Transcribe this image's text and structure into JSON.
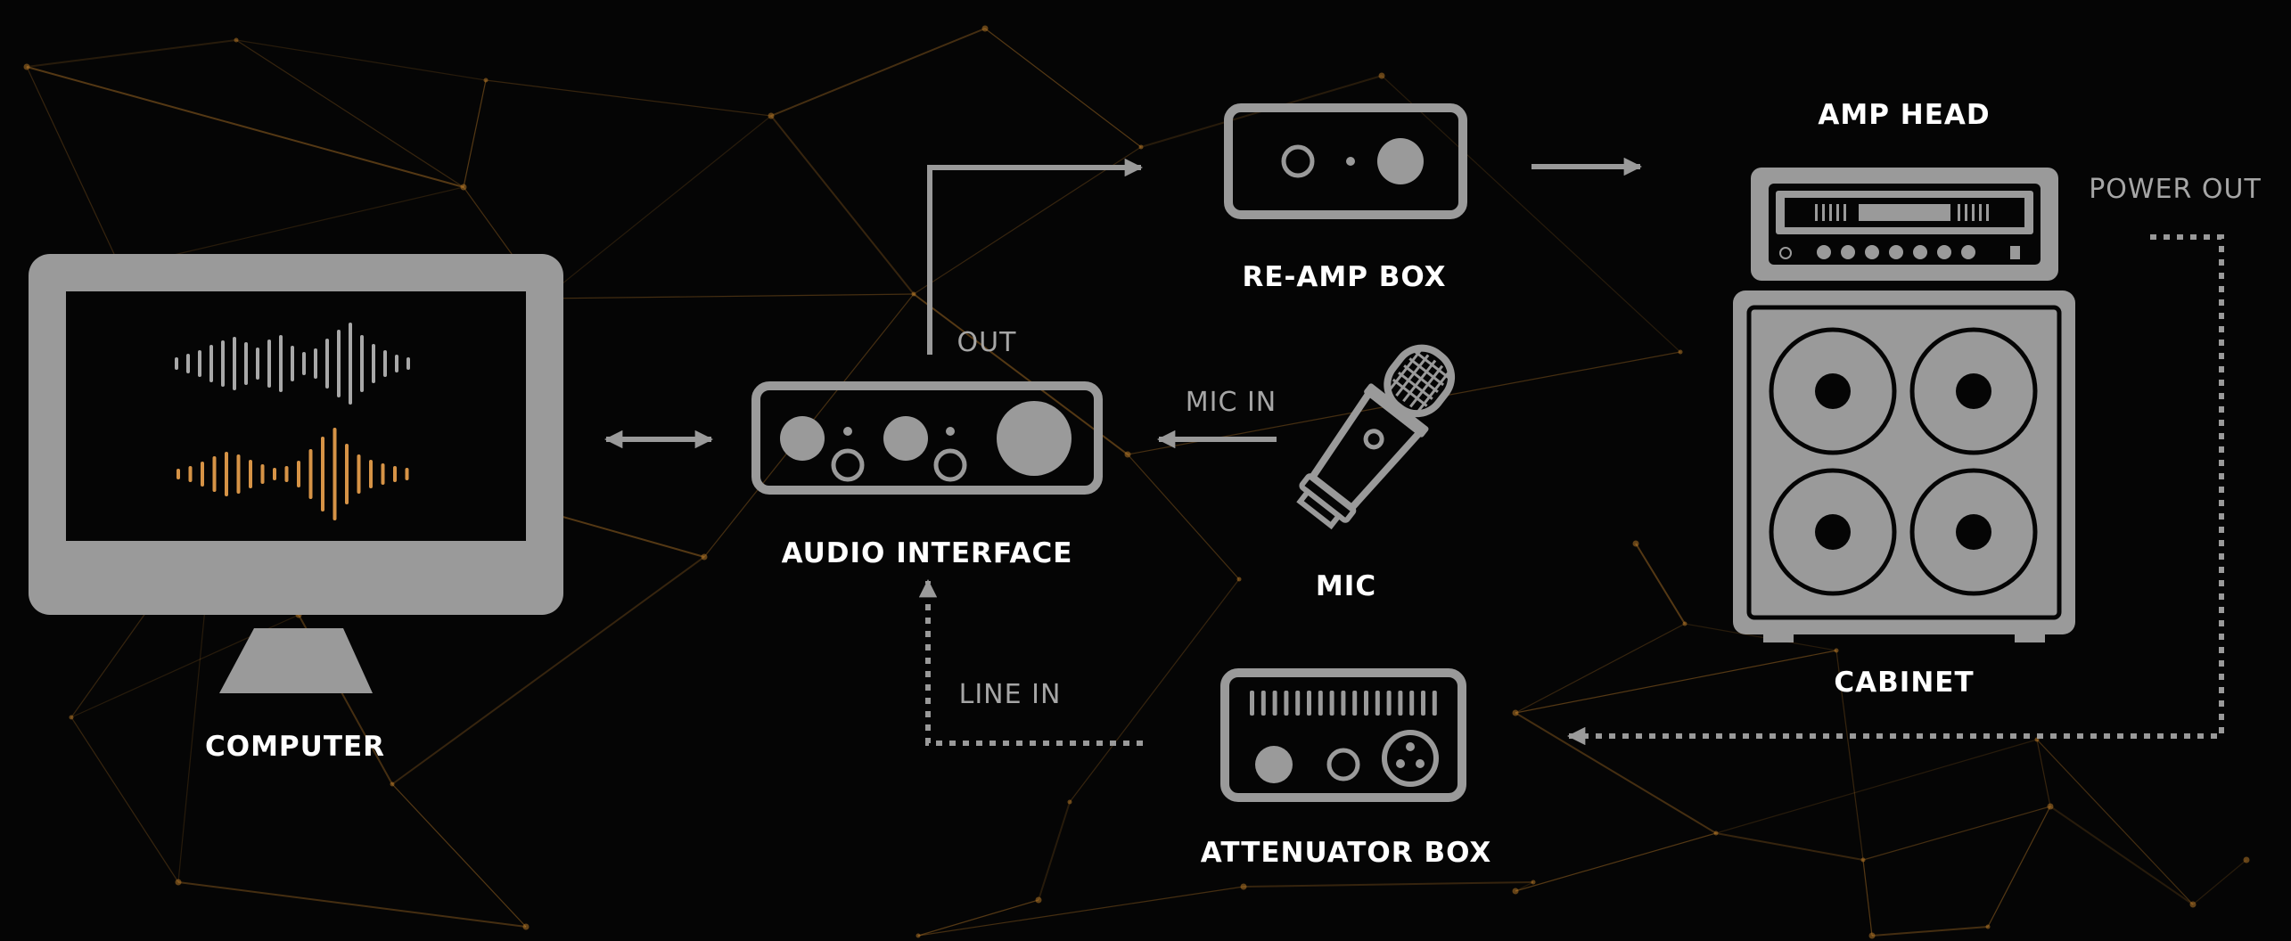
{
  "colors": {
    "background": "#050505",
    "device": "#9a9a9a",
    "label": "#ffffff",
    "port_label": "#a6a6a6",
    "connector": "#9a9a9a",
    "wave_top": "#a8a8a8",
    "wave_bottom": "#d69346",
    "mesh": "#c27f2a"
  },
  "nodes": {
    "computer": "COMPUTER",
    "audio_interface": "AUDIO INTERFACE",
    "reamp_box": "RE-AMP BOX",
    "amp_head": "AMP HEAD",
    "cabinet": "CABINET",
    "mic": "MIC",
    "attenuator_box": "ATTENUATOR BOX"
  },
  "ports": {
    "out": "OUT",
    "mic_in": "MIC IN",
    "line_in": "LINE IN",
    "power_out": "POWER OUT"
  },
  "icons": [
    "computer-monitor-icon",
    "audio-interface-icon",
    "reamp-box-icon",
    "amp-head-icon",
    "speaker-cabinet-icon",
    "microphone-icon",
    "attenuator-box-icon"
  ]
}
